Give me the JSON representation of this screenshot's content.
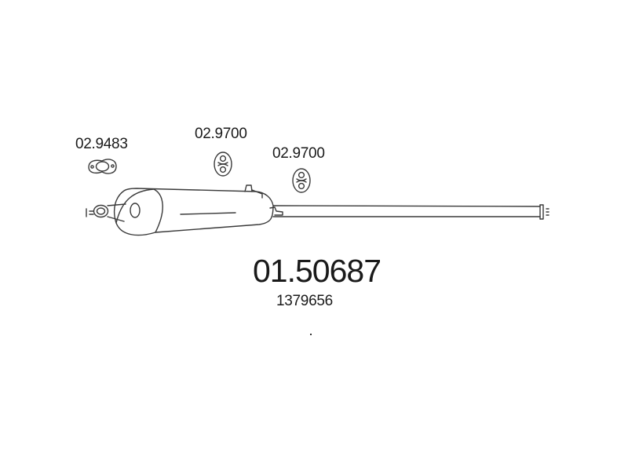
{
  "components": {
    "gasket": {
      "ref": "02.9483",
      "icon": "flange-gasket-icon"
    },
    "mount_1": {
      "ref": "02.9700",
      "icon": "rubber-mount-icon"
    },
    "mount_2": {
      "ref": "02.9700",
      "icon": "rubber-mount-icon"
    }
  },
  "main_part": {
    "number": "01.50687",
    "oe_number": "1379656",
    "icon": "rear-silencer-icon"
  },
  "colors": {
    "line": "#3a3a3a",
    "text": "#1a1a1a",
    "background": "#ffffff"
  }
}
